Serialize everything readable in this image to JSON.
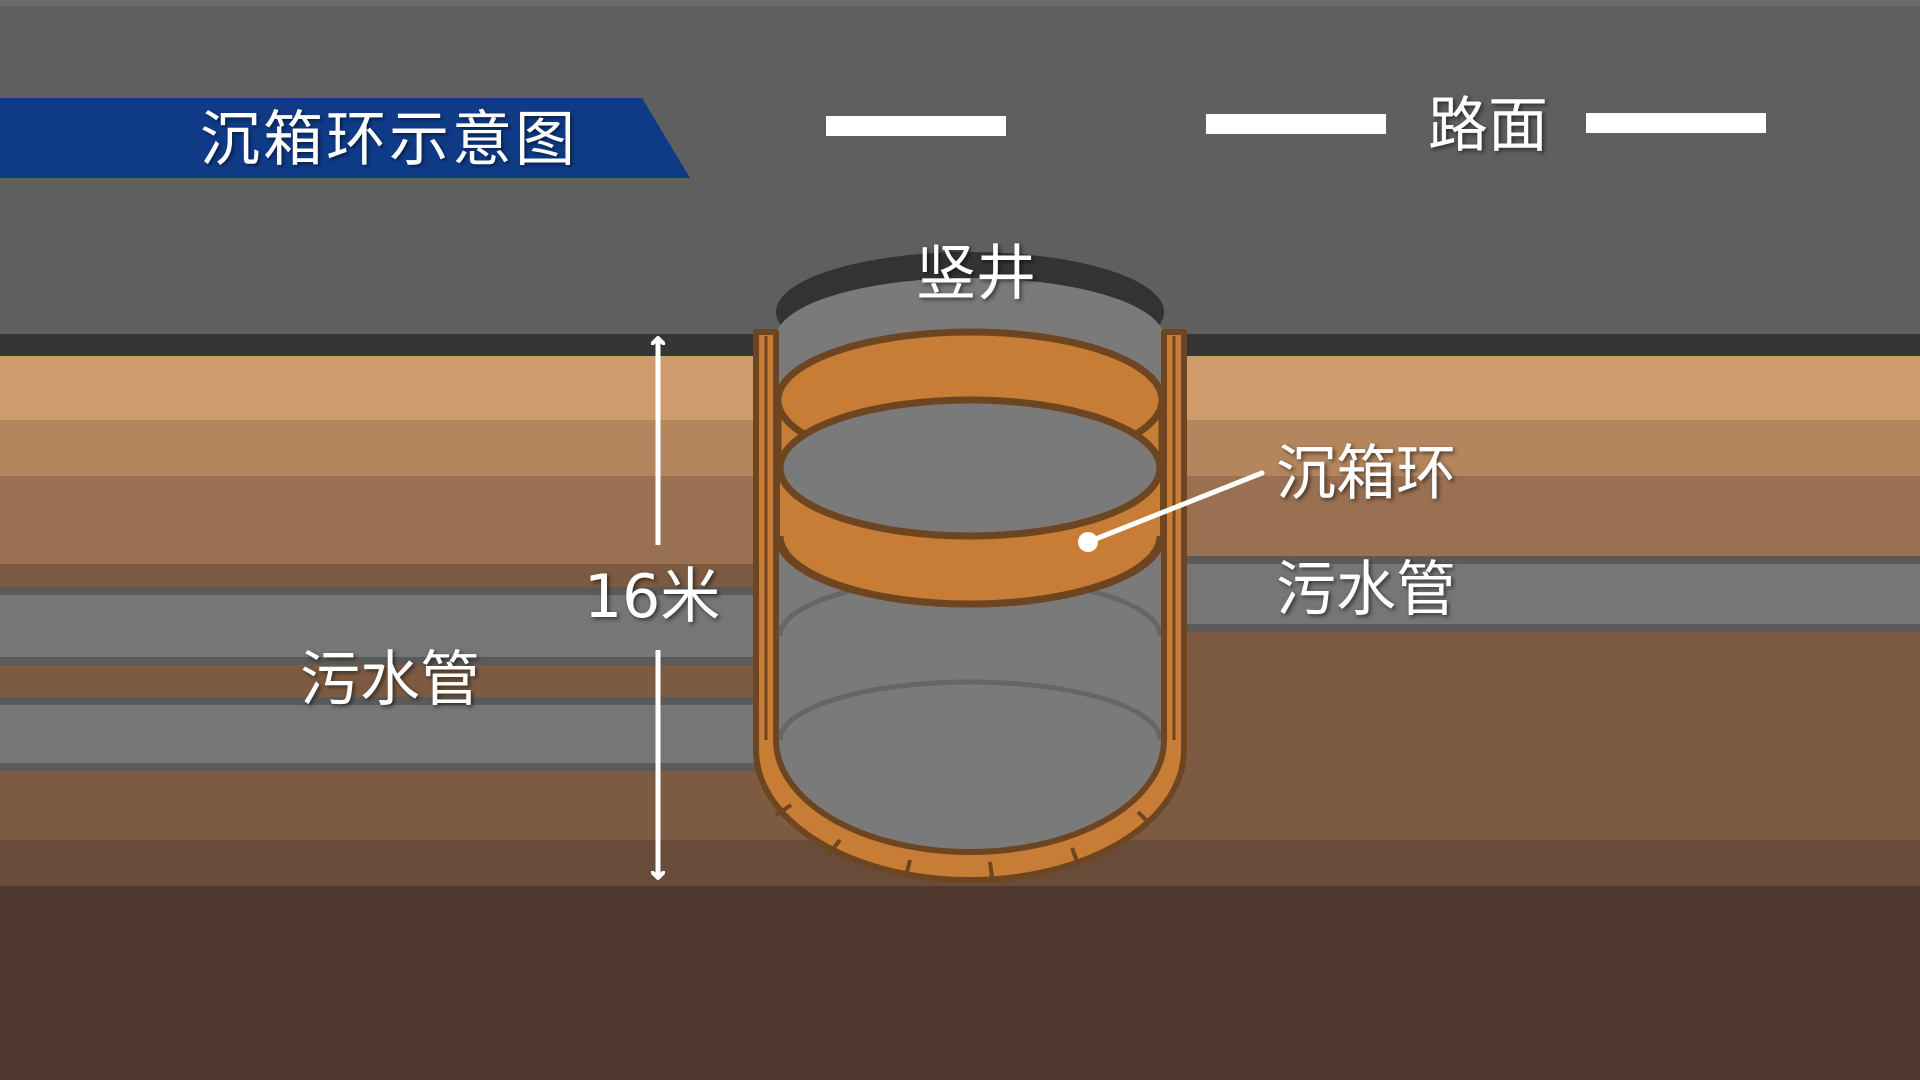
{
  "title": "沉箱环示意图",
  "labels": {
    "road": "路面",
    "shaft": "竖井",
    "caisson_ring": "沉箱环",
    "sewer_pipe_right": "污水管",
    "sewer_pipe_left": "污水管",
    "depth": "16米"
  },
  "colors": {
    "title_banner": "#0f3a86",
    "road": "#5f5f5f",
    "road_markings": "#ffffff",
    "soil_top": "#cd9b6c",
    "soil_deep": "#4f382d",
    "sewer_pipe": "#767676",
    "caisson_ring": "#c77d35",
    "caisson_outline": "#6e4521"
  }
}
